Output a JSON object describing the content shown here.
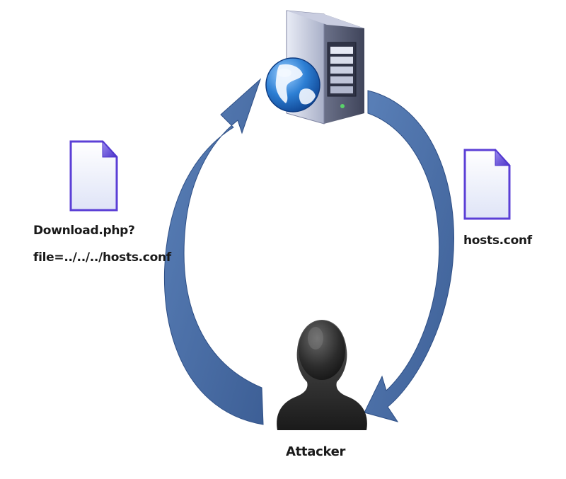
{
  "request": {
    "line1": "Download.php?",
    "line2": "file=../../../hosts.conf"
  },
  "response": {
    "filename": "hosts.conf"
  },
  "attacker": {
    "label": "Attacker"
  },
  "icons": {
    "server": "web-server-with-globe-icon",
    "request_document": "document-icon",
    "response_document": "document-icon",
    "attacker": "user-silhouette-icon"
  },
  "colors": {
    "arrow": "#4a6fa8",
    "arrow_dark": "#2e4f86",
    "document_border": "#5b3fd6",
    "attacker": "#2b2b2b"
  }
}
